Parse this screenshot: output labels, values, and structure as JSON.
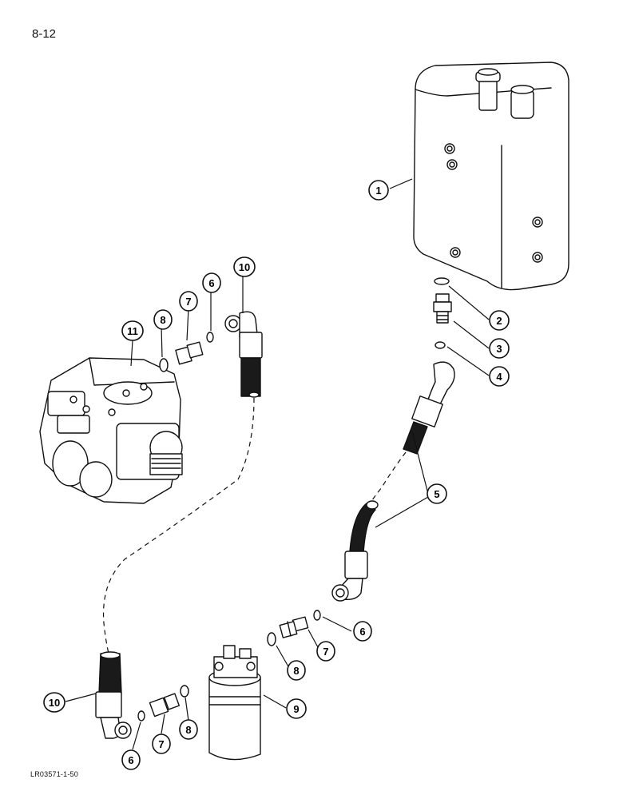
{
  "page": {
    "page_number": "8-12",
    "figure_code": "LR03571-1-50"
  },
  "callouts": [
    {
      "id": "c1",
      "number": "1"
    },
    {
      "id": "c2",
      "number": "2"
    },
    {
      "id": "c3",
      "number": "3"
    },
    {
      "id": "c4",
      "number": "4"
    },
    {
      "id": "c5",
      "number": "5"
    },
    {
      "id": "c6a",
      "number": "6"
    },
    {
      "id": "c6b",
      "number": "6"
    },
    {
      "id": "c6c",
      "number": "6"
    },
    {
      "id": "c7a",
      "number": "7"
    },
    {
      "id": "c7b",
      "number": "7"
    },
    {
      "id": "c7c",
      "number": "7"
    },
    {
      "id": "c8a",
      "number": "8"
    },
    {
      "id": "c8b",
      "number": "8"
    },
    {
      "id": "c8c",
      "number": "8"
    },
    {
      "id": "c9",
      "number": "9"
    },
    {
      "id": "c10a",
      "number": "10"
    },
    {
      "id": "c10b",
      "number": "10"
    },
    {
      "id": "c11",
      "number": "11"
    }
  ],
  "colors": {
    "line": "#111111",
    "fill": "#ffffff",
    "hose": "#1a1a1a"
  }
}
